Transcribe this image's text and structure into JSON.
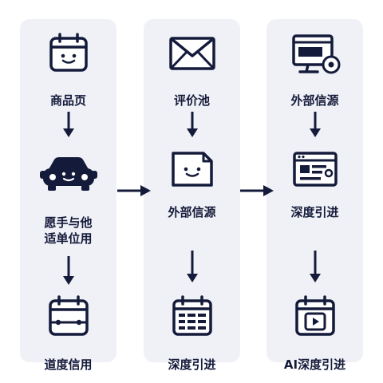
{
  "colors": {
    "panel": "#eff1f6",
    "ink": "#141a3a",
    "icon_fill": "#ffffff"
  },
  "columns": [
    {
      "nodes": [
        {
          "icon": "calendar-face-icon",
          "label_lines": [
            "商品页"
          ]
        },
        {
          "icon": "car-face-icon",
          "label_lines": [
            "愿手与他",
            "适单位用"
          ]
        },
        {
          "icon": "calendar-grid-icon",
          "label_lines": [
            "道度信用"
          ]
        }
      ]
    },
    {
      "nodes": [
        {
          "icon": "envelope-icon",
          "label_lines": [
            "评价池"
          ]
        },
        {
          "icon": "document-face-icon",
          "label_lines": [
            "外部信源"
          ]
        },
        {
          "icon": "calendar-table-icon",
          "label_lines": [
            "深度引进"
          ]
        }
      ]
    },
    {
      "nodes": [
        {
          "icon": "monitor-disc-icon",
          "label_lines": [
            "外部信源"
          ]
        },
        {
          "icon": "browser-window-icon",
          "label_lines": [
            "深度引进"
          ]
        },
        {
          "icon": "calendar-play-icon",
          "label_lines": [
            "AI深度引进"
          ]
        }
      ]
    }
  ]
}
